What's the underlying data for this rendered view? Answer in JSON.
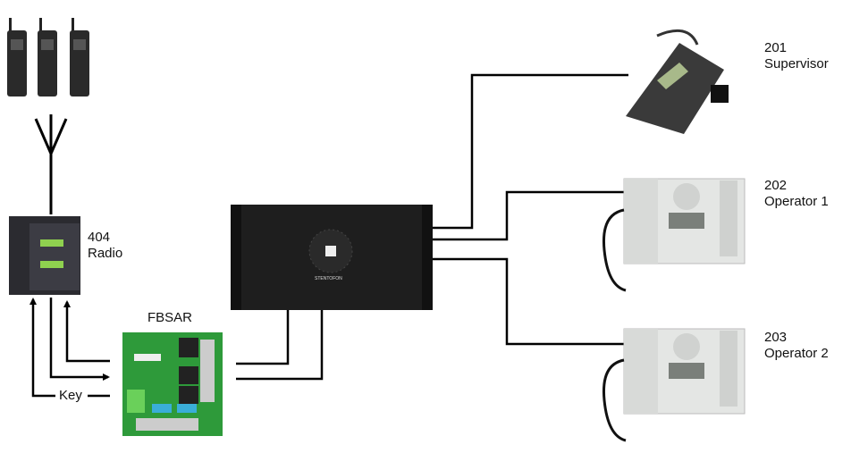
{
  "labels": {
    "supervisor_number": "201",
    "supervisor_name": "Supervisor",
    "op1_number": "202",
    "op1_name": "Operator 1",
    "op2_number": "203",
    "op2_name": "Operator 2",
    "radio_number": "404",
    "radio_name": "Radio",
    "fbsar": "FBSAR",
    "key": "Key"
  },
  "exchange_brand": "STENTOFON",
  "colors": {
    "line": "#000000",
    "pcb": "#2e9a3a",
    "exchange": "#1e1e1e",
    "station": "#e4e6e4"
  }
}
